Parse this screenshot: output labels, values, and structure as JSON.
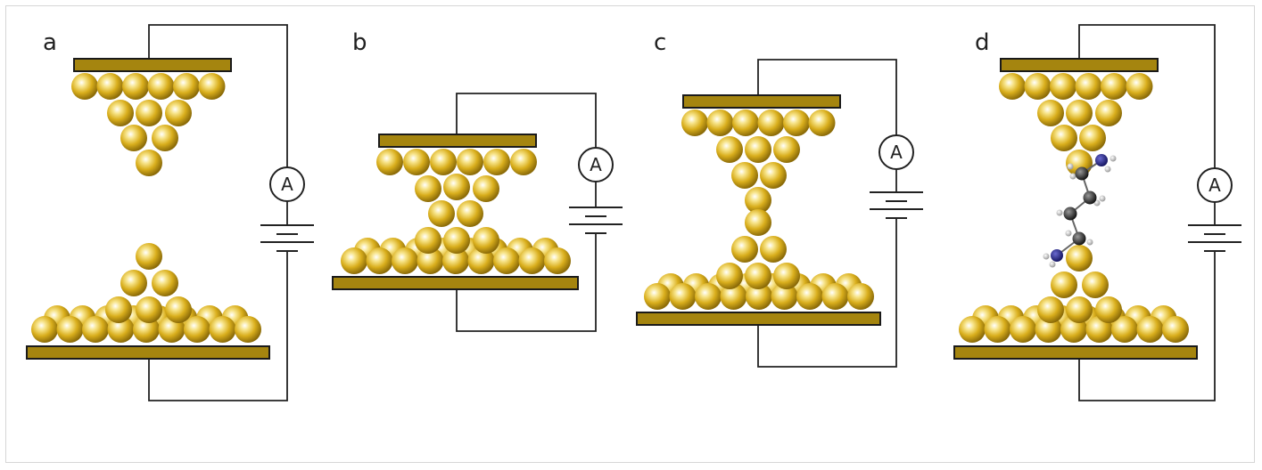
{
  "panels": [
    {
      "label": "a",
      "description_text": ""
    },
    {
      "label": "b"
    },
    {
      "label": "c"
    },
    {
      "label": "d"
    }
  ],
  "ammeter_symbol": "A",
  "colors": {
    "gold": "#e2b82a",
    "plate": "#a5850f",
    "wire": "#222222",
    "nitrogen": "#2a2a8a",
    "carbon": "#333333",
    "hydrogen": "#e8e8e8"
  }
}
